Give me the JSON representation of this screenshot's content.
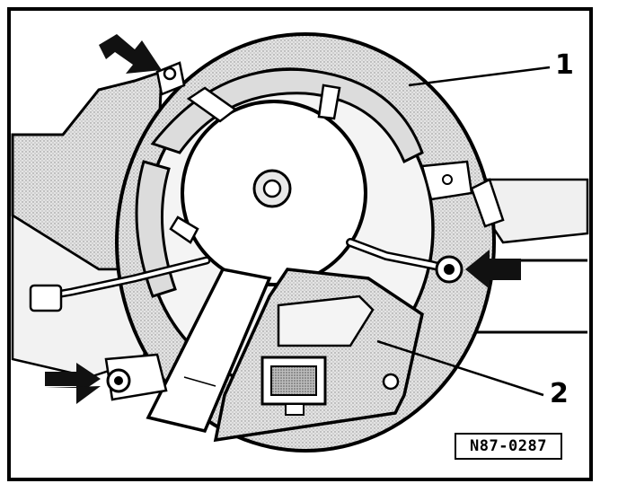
{
  "callouts": {
    "one": "1",
    "two": "2"
  },
  "reference_code": "N87-0287",
  "colors": {
    "ink": "#000000",
    "paper": "#ffffff",
    "shade": "#d6d6d6",
    "dark_shade": "#9a9a9a"
  },
  "icons": {
    "arrows": [
      "arrow-top-left-icon",
      "arrow-right-icon",
      "arrow-bottom-left-icon"
    ]
  }
}
